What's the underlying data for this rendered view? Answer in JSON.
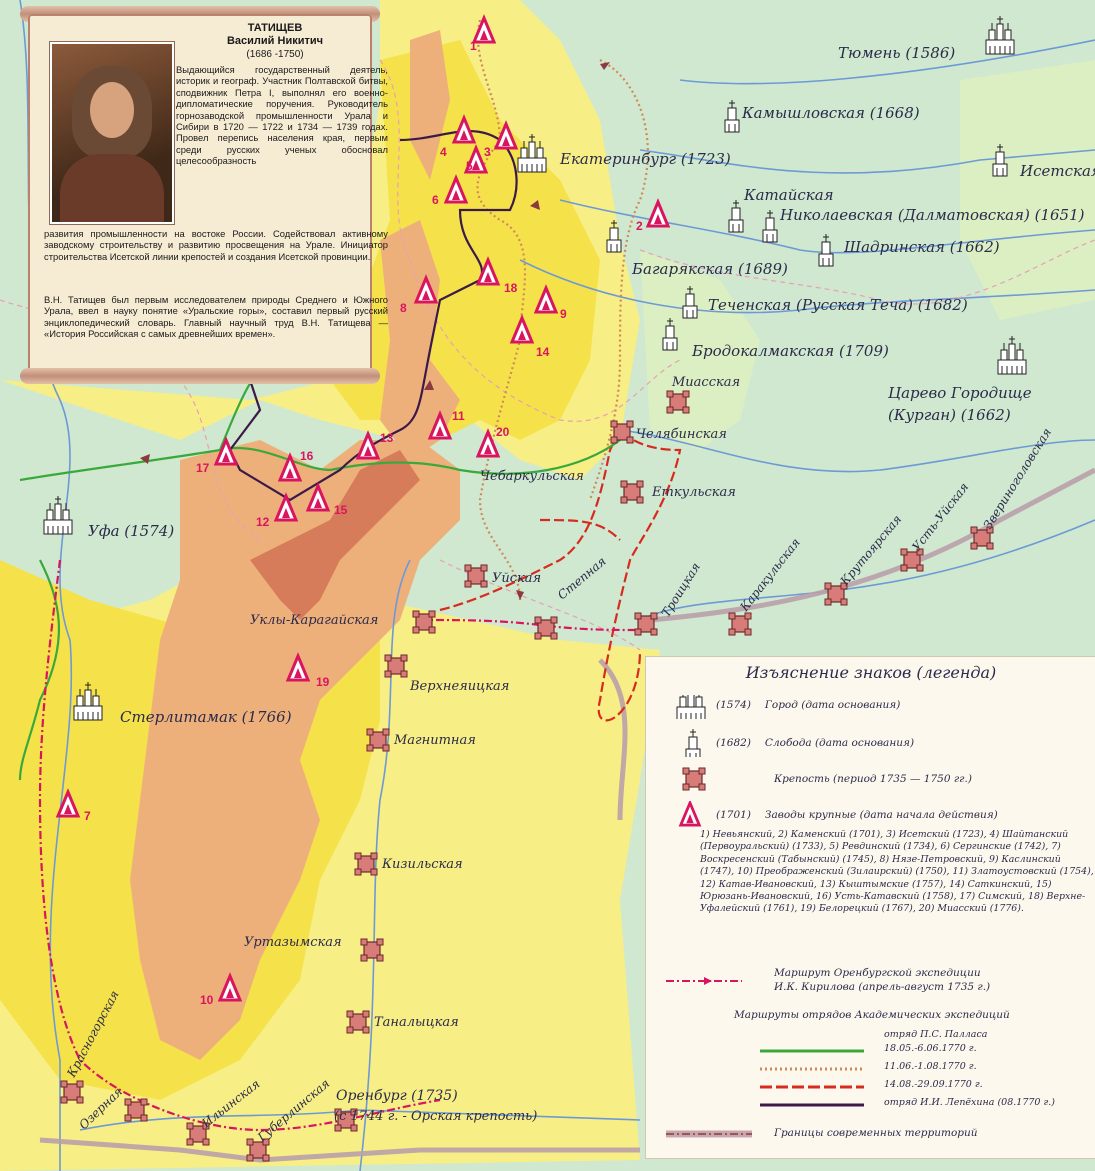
{
  "bio": {
    "title": "ТАТИЩЕВ",
    "name": "Василий Никитич",
    "years": "(1686 -1750)",
    "para1": "Выдающийся государственный деятель, историк и географ. Участник Полтавской битвы, сподвижник Петра I, выполнял его военно-дипломатические поручения. Руководитель горнозаводской промышленности Урала и Сибири в 1720 — 1722 и 1734 — 1739 годах. Провел перепись населения края, первым среди русских ученых обосновал целесообразность",
    "para2": "развития промышленности на востоке России. Содействовал активному заводскому строительству и развитию просвещения на Урале. Инициатор строительства Исетской линии крепостей и создания Исетской провинции.",
    "para3": "В.Н. Татищев был первым исследователем природы Среднего и Южного Урала, ввел в науку понятие «Уральские горы», составил первый русский энциклопедический словарь. Главный научный труд В.Н. Татищева — «История Российская с самых древнейших времен»."
  },
  "places": {
    "tyumen": "Тюмень (1586)",
    "kamyshlov": "Камышловская (1668)",
    "ekaterinburg": "Екатеринбург (1723)",
    "isetskaya": "Исетская",
    "kataiskaya": "Катайская",
    "nikolaevskaya": "Николаевская (Далматовская) (1651)",
    "shadrinskaya": "Шадринская (1662)",
    "bagaryak": "Багарякская (1689)",
    "techenskaya": "Теченская (Русская Теча) (1682)",
    "brodokalmak": "Бродокалмакская (1709)",
    "miasskaya": "Миасская",
    "tsarevo1": "Царево Городище",
    "tsarevo2": "(Курган) (1662)",
    "chelyabinsk": "Челябинская",
    "chebarkul": "Чебаркульская",
    "etkulskaya": "Еткульская",
    "zverinogolov": "Звериноголовская",
    "ustuiskaya": "Усть-Уйская",
    "krutoyarskaya": "Крутоярская",
    "karakulskaya": "Каракульская",
    "troitskaya": "Троицкая",
    "stepnaya": "Степная",
    "uiskaya": "Уйская",
    "ufa": "Уфа (1574)",
    "uklykaragai": "Уклы-Карагайская",
    "verhneyaitskaya": "Верхнеяицкая",
    "sterlitamak": "Стерлитамак (1766)",
    "magnitnaya": "Магнитная",
    "kizilskaya": "Кизильская",
    "urtazym": "Уртазымская",
    "tanalyk": "Таналыцкая",
    "krasnogorskaya": "Красногорская",
    "ozernaya": "Озерная",
    "ilinskaya": "Ильинская",
    "guberlinskaya": "Губерлинская",
    "orenburg1": "Оренбург (1735)",
    "orenburg2": "(с 1744 г. - Орская крепость)"
  },
  "works": [
    "1",
    "2",
    "3",
    "4",
    "5",
    "6",
    "7",
    "8",
    "9",
    "10",
    "11",
    "12",
    "13",
    "14",
    "15",
    "16",
    "17",
    "18",
    "19",
    "20"
  ],
  "legend": {
    "title": "Изъяснение знаков (легенда)",
    "city_year": "(1574)",
    "city_desc": "Город (дата основания)",
    "sloboda_year": "(1682)",
    "sloboda_desc": "Слобода (дата основания)",
    "fort_desc": "Крепость (период 1735 — 1750 гг.)",
    "works_year": "(1701)",
    "works_desc": "Заводы крупные (дата начала действия)",
    "works_list": "1) Невьянский, 2) Каменский (1701), 3) Исетский (1723), 4) Шайтанский (Первоуральский) (1733), 5) Ревдинский (1734), 6) Сергинские (1742), 7) Воскресенский (Табынский) (1745), 8) Нязе-Петровский, 9) Каслинский (1747), 10) Преображенский (Зилаирский) (1750), 11) Златоустовский (1754), 12) Катав-Ивановский, 13) Кыштымские (1757), 14) Саткинский, 15) Юрюзань-Ивановский, 16) Усть-Катавский (1758), 17) Симский, 18) Верхне-Уфалейский (1761), 19) Белорецкий (1767), 20) Миасский (1776).",
    "kirilov1": "Маршрут Оренбургской экспедиции",
    "kirilov2": "И.К. Кирилова (апрель-август 1735 г.)",
    "acad_title": "Маршруты отрядов Академических экспедиций",
    "pallas": "отряд П.С. Палласа",
    "r1": "18.05.-6.06.1770 г.",
    "r2": "11.06.-1.08.1770 г.",
    "r3": "14.08.-29.09.1770 г.",
    "lepekhin": "отряд И.И. Лепёхина (08.1770 г.)",
    "borders": "Границы современных территорий"
  },
  "colors": {
    "water": "#cfe8cf",
    "lowland": "#f7ee86",
    "plateau": "#f5e24a",
    "mountain": "#eeb07a",
    "peak": "#cf6b52",
    "kirilov_route": "#d9155f",
    "pallas_green": "#3aa83a",
    "pallas_dot": "#d08a5a",
    "pallas_red": "#d62c1f",
    "lepekhin": "#3b1a4a",
    "river": "#6d9ad6"
  }
}
